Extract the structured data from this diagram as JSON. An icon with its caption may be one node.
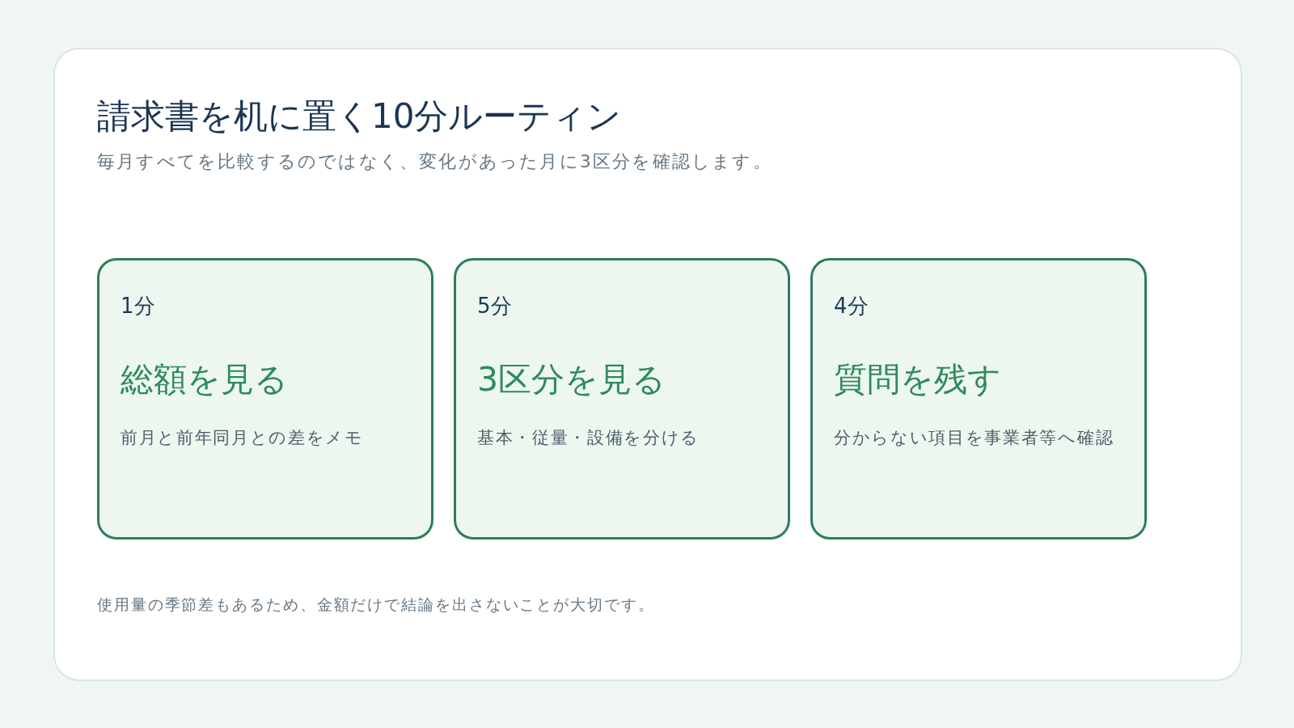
{
  "diagram": {
    "title": "請求書を机に置く10分ルーティン",
    "nodes": [
      {
        "text": [
          "1分",
          "総額を見る",
          "前月と前年同月との差をメモ"
        ]
      },
      {
        "text": [
          "5分",
          "3区分を見る",
          "基本・従量・設備を分ける"
        ]
      },
      {
        "text": [
          "4分",
          "質問を残す",
          "分からない項目を事業者等へ確認"
        ]
      }
    ],
    "labels": [
      "毎月すべてを比較するのではなく、変化があった月に3区分を確認します。",
      "使用量の季節差もあるため、金額だけで結論を出さないことが大切です。"
    ]
  }
}
